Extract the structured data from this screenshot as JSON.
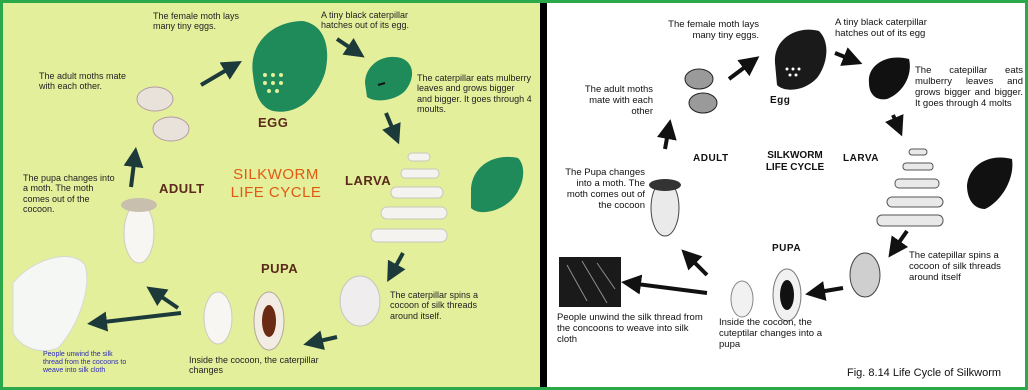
{
  "left_panel": {
    "title_line1": "SILKWORM",
    "title_line2": "LIFE CYCLE",
    "stages": {
      "egg": "EGG",
      "larva": "LARVA",
      "pupa": "PUPA",
      "adult": "ADULT"
    },
    "captions": {
      "female_moth": "The female moth lays many tiny eggs.",
      "caterpillar_hatches": "A tiny black caterpillar hatches out of its egg.",
      "caterpillar_eats": "The caterpillar eats mulberry leaves and grows bigger and bigger. It goes through 4 moults.",
      "spins_cocoon": "The caterpillar spins a cocoon of silk threads around itself.",
      "inside_cocoon": "Inside the cocoon, the caterpillar changes",
      "people_unwind": "People unwind the silk thread from the cocoons to weave into silk cloth",
      "pupa_changes": "The pupa changes into a moth. The moth comes out of the cocoon.",
      "adult_moths": "The adult moths mate with each other."
    }
  },
  "right_panel": {
    "title_line1": "SILKWORM",
    "title_line2": "LIFE CYCLE",
    "stages": {
      "egg": "Egg",
      "larva": "LARVA",
      "pupa": "PUPA",
      "adult": "ADULT"
    },
    "captions": {
      "female_moth": "The female moth lays many tiny eggs.",
      "caterpillar_hatches": "A tiny black caterpillar hatches out of its egg",
      "caterpillar_eats": "The catepillar eats mulberry leaves and grows bigger and bigger. It goes through 4 molts",
      "spins_cocoon": "The catepillar spins a cocoon of silk threads around itself",
      "inside_cocoon": "Inside the cocoon, the cuteptilar changes into a pupa",
      "people_unwind": "People unwind the silk thread from the concoons to weave into silk cloth",
      "pupa_changes": "The Pupa changes into a moth. The moth comes out of the cocoon",
      "adult_moths": "The adult moths mate with each other"
    },
    "figure_caption": "Fig. 8.14 Life Cycle of Silkworm"
  },
  "colors": {
    "left_background": "#e4ef9c",
    "leaf_green": "#1f8a5a",
    "title_orange": "#e05a12",
    "frame_green": "#2aa84a",
    "arrow_dark": "#1d3a3a"
  }
}
